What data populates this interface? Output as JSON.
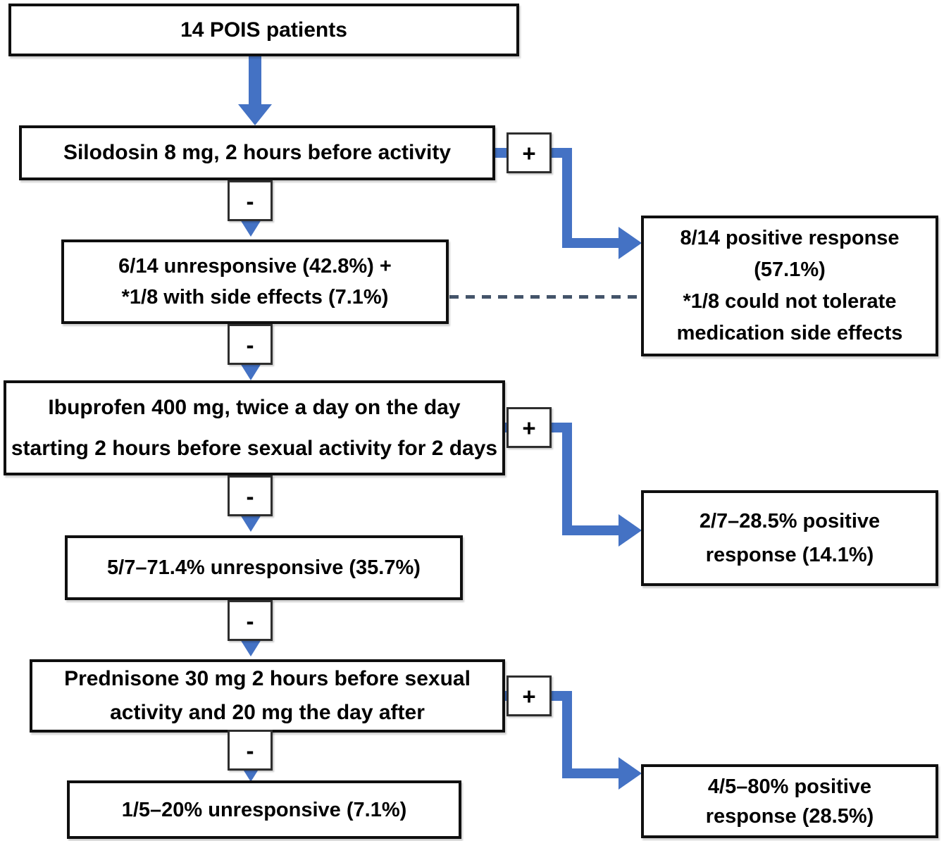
{
  "palette": {
    "arrow_blue": "#4472C4",
    "dashed_arrow": "#44546A",
    "box_border": "#0f0f0f",
    "background": "#ffffff",
    "text": "#000000"
  },
  "signs": {
    "plus": "+",
    "minus": "-"
  },
  "nodes": {
    "patients": {
      "lines": [
        "14 POIS patients"
      ]
    },
    "silodosin": {
      "lines": [
        "Silodosin 8 mg, 2 hours before activity"
      ]
    },
    "silodosin_negative": {
      "lines": [
        "6/14 unresponsive (42.8%) +",
        "*1/8 with side effects (7.1%)"
      ]
    },
    "silodosin_positive": {
      "lines": [
        "8/14 positive response",
        "(57.1%)",
        "*1/8 could not tolerate",
        "medication side effects"
      ]
    },
    "ibuprofen": {
      "lines": [
        "Ibuprofen 400 mg, twice a day on the day",
        "starting 2 hours before sexual activity for 2 days"
      ]
    },
    "ibuprofen_negative": {
      "lines": [
        "5/7–71.4% unresponsive (35.7%)"
      ]
    },
    "ibuprofen_positive": {
      "lines": [
        "2/7–28.5% positive",
        "response (14.1%)"
      ]
    },
    "prednisone": {
      "lines": [
        "Prednisone 30 mg 2 hours before sexual",
        "activity and 20 mg the day after"
      ]
    },
    "prednisone_negative": {
      "lines": [
        "1/5–20% unresponsive (7.1%)"
      ]
    },
    "prednisone_positive": {
      "lines": [
        "4/5–80% positive",
        "response (28.5%)"
      ]
    }
  }
}
